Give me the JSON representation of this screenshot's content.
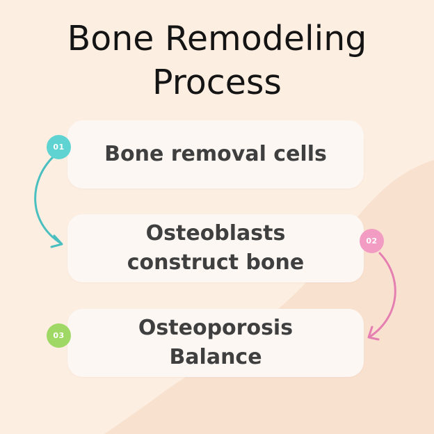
{
  "title": "Bone Remodeling\nProcess",
  "steps": [
    {
      "number": "01",
      "text": "Bone removal cells",
      "color": "#5ed3d1"
    },
    {
      "number": "02",
      "text": "Osteoblasts\nconstruct bone",
      "color": "#f29bc3"
    },
    {
      "number": "03",
      "text": "Osteoporosis\nBalance",
      "color": "#9fd865"
    }
  ],
  "colors": {
    "background": "#fdeee2",
    "background_shape": "#f9e1cf",
    "card": "#fcf7f2",
    "arrow_1": "#49bfbf",
    "arrow_2": "#e57fb1"
  }
}
